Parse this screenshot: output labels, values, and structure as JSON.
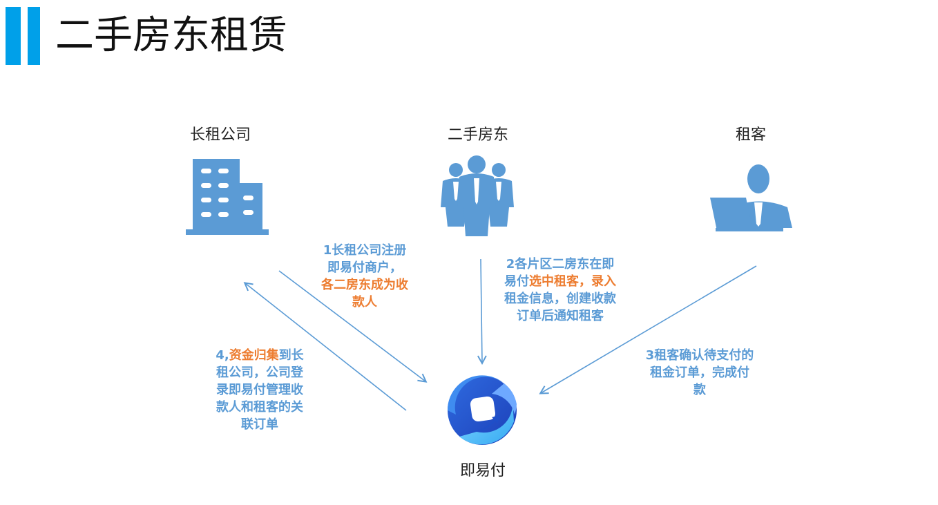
{
  "title": "二手房东租赁",
  "colors": {
    "title_bar": "#00a0e9",
    "icon": "#5b9bd5",
    "step_text": "#5b9bd5",
    "highlight": "#ed7d31",
    "arrow": "#5b9bd5"
  },
  "nodes": {
    "company": {
      "label": "长租公司",
      "icon": "building-icon"
    },
    "landlord": {
      "label": "二手房东",
      "icon": "people-group-icon"
    },
    "tenant": {
      "label": "租客",
      "icon": "person-at-laptop-icon"
    },
    "payment": {
      "label": "即易付",
      "icon": "payment-logo-icon"
    }
  },
  "steps": {
    "step1": {
      "lines": [
        [
          {
            "text": "1长租公司注册",
            "highlight": false
          }
        ],
        [
          {
            "text": "即易付商户，",
            "highlight": false
          }
        ],
        [
          {
            "text": "各二房东成为收",
            "highlight": true
          }
        ],
        [
          {
            "text": "款人",
            "highlight": true
          }
        ]
      ]
    },
    "step2": {
      "lines": [
        [
          {
            "text": "2各片区二房东在即",
            "highlight": false
          }
        ],
        [
          {
            "text": "易付",
            "highlight": false
          },
          {
            "text": "选中租客，录入",
            "highlight": true
          }
        ],
        [
          {
            "text": "租金信息，创建收款",
            "highlight": false
          }
        ],
        [
          {
            "text": "订单后通知租客",
            "highlight": false
          }
        ]
      ]
    },
    "step3": {
      "lines": [
        [
          {
            "text": "3租客确认待支付的",
            "highlight": false
          }
        ],
        [
          {
            "text": "租金订单，完成付",
            "highlight": false
          }
        ],
        [
          {
            "text": "款",
            "highlight": false
          }
        ]
      ]
    },
    "step4": {
      "lines": [
        [
          {
            "text": "4,",
            "highlight": false
          },
          {
            "text": "资金归集",
            "highlight": true
          },
          {
            "text": "到长",
            "highlight": false
          }
        ],
        [
          {
            "text": "租公司，公司登",
            "highlight": false
          }
        ],
        [
          {
            "text": "录即易付管理收",
            "highlight": false
          }
        ],
        [
          {
            "text": "款人和租客的关",
            "highlight": false
          }
        ],
        [
          {
            "text": "联订单",
            "highlight": false
          }
        ]
      ]
    }
  }
}
